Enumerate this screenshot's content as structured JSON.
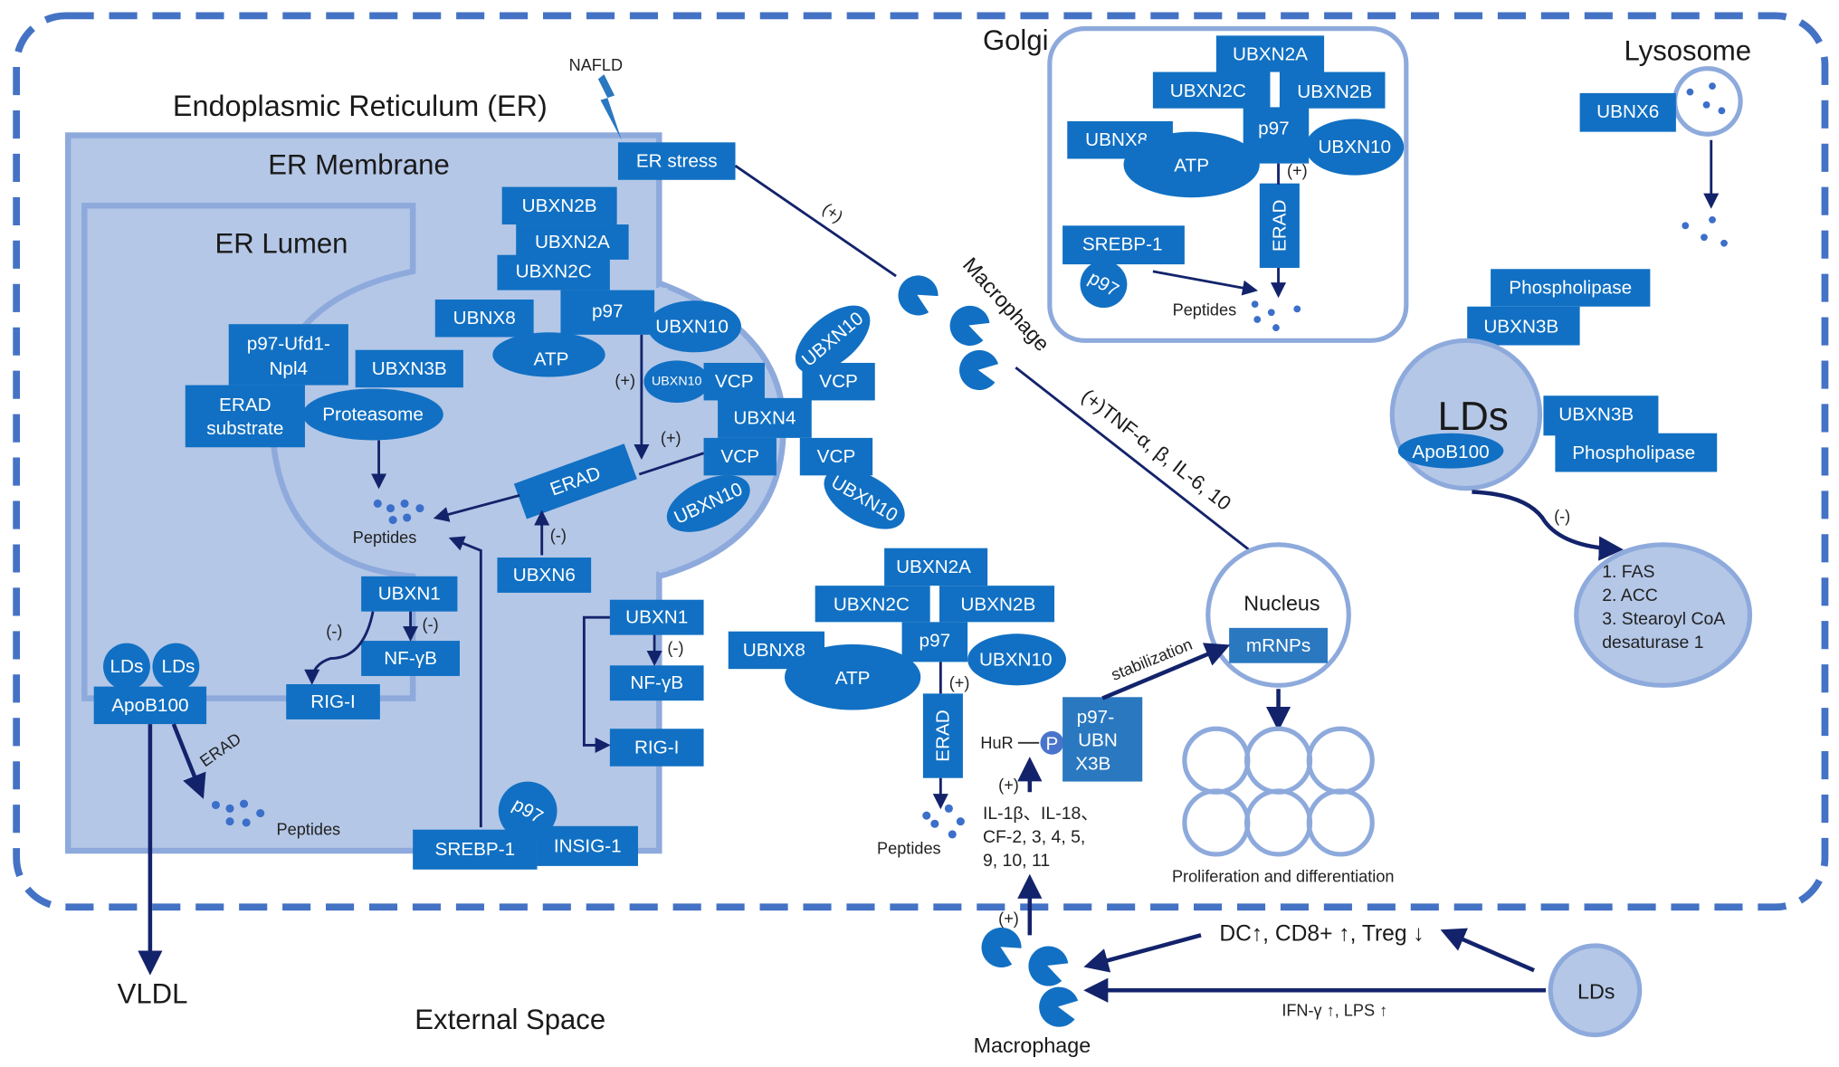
{
  "colors": {
    "protein_box": "#1170c3",
    "er_region": "#b4c7e7",
    "membrane": "#8eaadc",
    "cell_border": "#4472c4",
    "arrow": "#13236b"
  },
  "compartments": {
    "er_title": "Endoplasmic Reticulum (ER)",
    "er_membrane": "ER Membrane",
    "er_lumen": "ER Lumen",
    "golgi": "Golgi",
    "lysosome": "Lysosome",
    "nucleus": "Nucleus",
    "external": "External Space"
  },
  "er": {
    "nafld": "NAFLD",
    "er_stress": "ER stress",
    "complex": {
      "ubxn2b": "UBXN2B",
      "ubxn2a": "UBXN2A",
      "ubxn2c": "UBXN2C",
      "ubnx8": "UBNX8",
      "p97": "p97",
      "ubxn10": "UBXN10",
      "atp": "ATP",
      "plus": "(+)"
    },
    "ufd": {
      "p97_ufd1": "p97-Ufd1-",
      "npl4": "Npl4",
      "ubxn3b": "UBXN3B",
      "erad_substrate_1": "ERAD",
      "erad_substrate_2": "substrate",
      "proteasome": "Proteasome",
      "peptides": "Peptides"
    },
    "ubxn4": {
      "center": "UBXN4",
      "vcp": "VCP",
      "ubxn10": "UBXN10",
      "ubxn10_small": "UBXN10",
      "plus": "(+)"
    },
    "erad": "ERAD",
    "ubxn6": "UBXN6",
    "minus": "(-)",
    "ubxn1_inner": {
      "ubxn1": "UBXN1",
      "nfkb": "NF-γB",
      "rigi": "RIG-I",
      "minus_a": "(-)",
      "minus_b": "(-)"
    },
    "ubxn1_outer": {
      "ubxn1": "UBXN1",
      "nfkb": "NF-γB",
      "rigi": "RIG-I",
      "minus": "(-)"
    },
    "lds": {
      "lds_a": "LDs",
      "lds_b": "LDs",
      "apob100": "ApoB100",
      "erad_label": "ERAD",
      "peptides": "Peptides",
      "vldl": "VLDL"
    },
    "srebp": {
      "srebp1": "SREBP-1",
      "p97": "p97",
      "insig1": "INSIG-1"
    }
  },
  "golgi": {
    "ubxn2a": "UBXN2A",
    "ubxn2c": "UBXN2C",
    "ubxn2b": "UBXN2B",
    "ubnx8": "UBNX8",
    "p97": "p97",
    "ubxn10": "UBXN10",
    "atp": "ATP",
    "plus": "(+)",
    "erad": "ERAD",
    "srebp1": "SREBP-1",
    "p97_small": "p97",
    "peptides": "Peptides"
  },
  "lysosome": {
    "ubnx6": "UBNX6"
  },
  "macrophage_top": {
    "label": "Macrophage",
    "er_plus": "(+)",
    "tnf_label": "(+)TNF-α, β, IL-6, 10"
  },
  "lipid_droplet": {
    "lds": "LDs",
    "apob100": "ApoB100",
    "phospholipase_top": "Phospholipase",
    "ubxn3b_top": "UBXN3B",
    "ubxn3b_right": "UBXN3B",
    "phospholipase_right": "Phospholipase",
    "minus": "(-)",
    "targets": [
      "1. FAS",
      "2. ACC",
      "3. Stearoyl CoA",
      "desaturase 1"
    ]
  },
  "cytosol_complex": {
    "ubxn2a": "UBXN2A",
    "ubxn2c": "UBXN2C",
    "ubxn2b": "UBXN2B",
    "ubnx8": "UBNX8",
    "p97": "p97",
    "ubxn10": "UBXN10",
    "atp": "ATP",
    "plus": "(+)",
    "erad": "ERAD",
    "peptides": "Peptides",
    "hur": "HuR",
    "p": "P",
    "p97_ubnx3b": [
      "p97-",
      "UBN",
      "X3B"
    ],
    "cytokine_plus": "(+)",
    "cytokines": [
      "IL-1β、IL-18、",
      "CF-2, 3, 4, 5,",
      "9, 10, 11"
    ],
    "stabilization": "stabilization",
    "mrnps": "mRNPs",
    "proliferation": "Proliferation and differentiation"
  },
  "external": {
    "macrophage_plus": "(+)",
    "macrophage_label": "Macrophage",
    "dc_label": "DC↑, CD8+ ↑, Treg ↓",
    "ifn_label": "IFN-γ ↑, LPS ↑",
    "lds": "LDs"
  }
}
